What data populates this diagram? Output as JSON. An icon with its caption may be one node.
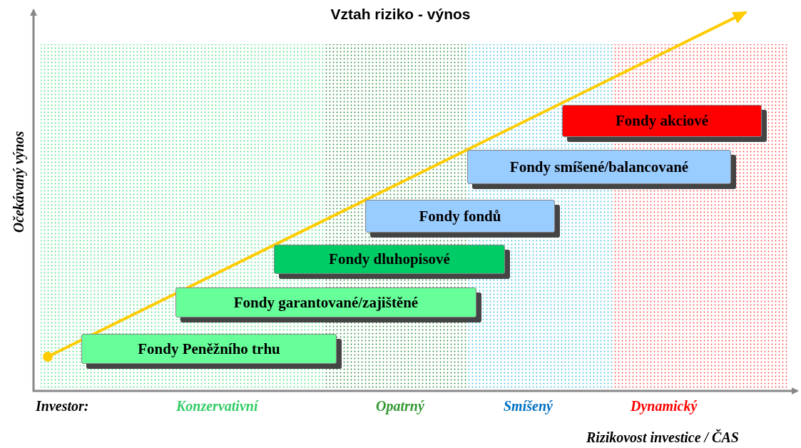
{
  "diagram": {
    "title": "Vztah riziko - výnos",
    "nodes": [
      {
        "text": [
          "Fondy akciové"
        ]
      },
      {
        "text": [
          "Fondy smíšené/balancované"
        ]
      },
      {
        "text": [
          "Fondy fondů"
        ]
      },
      {
        "text": [
          "Fondy dluhopisové"
        ]
      },
      {
        "text": [
          "Fondy garantované/zajištěné"
        ]
      },
      {
        "text": [
          "Fondy Peněžního trhu"
        ]
      }
    ],
    "labels": [
      "Očekávaný výnos",
      "Investor:",
      "Konzervativní",
      "Opatrný",
      "Smíšený",
      "Dynamický",
      "Rizikovost investice / ČAS"
    ]
  }
}
